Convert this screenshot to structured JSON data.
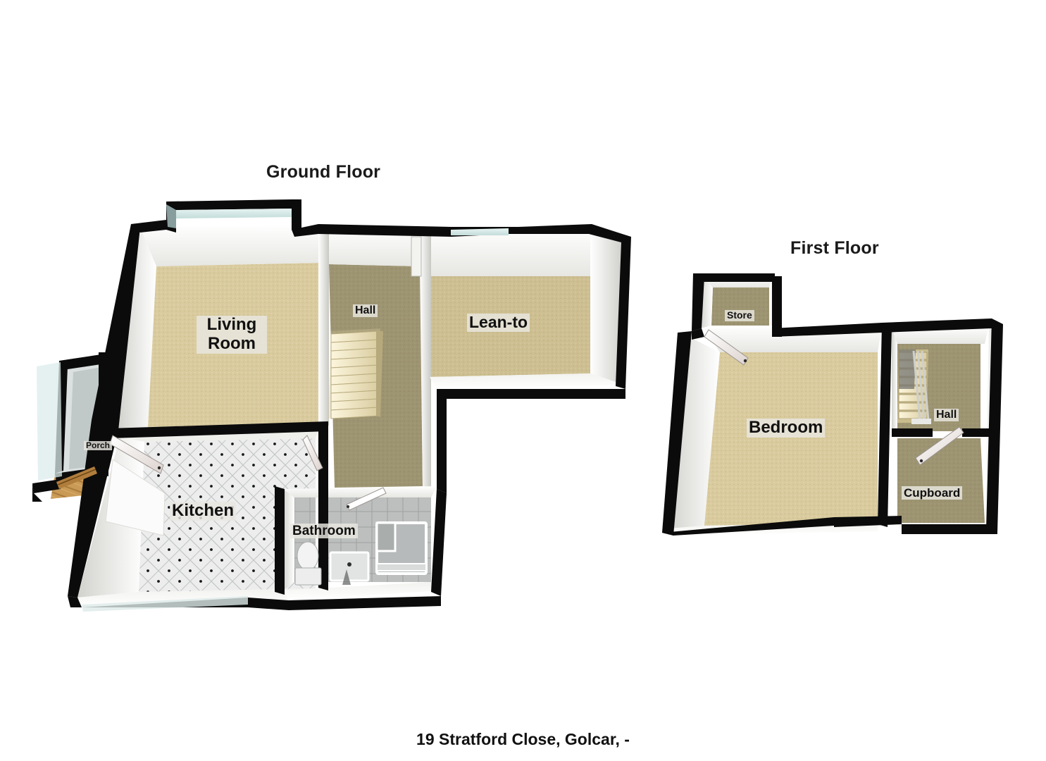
{
  "page": {
    "caption": "19 Stratford Close, Golcar, -",
    "background": "#ffffff"
  },
  "palette": {
    "wall_outline": "#0b0b0b",
    "wall_face": "#ffffff",
    "wall_shade_light": "#f4f4f2",
    "wall_shade_mid": "#dcdcd8",
    "wall_shade_dark": "#bdbdb8",
    "carpet": "#d9cb9e",
    "hall_floor": "#9d9472",
    "kitchen_tile": "#eceeed",
    "bathroom_tile": "#b9bcbb",
    "glass": "#d6eceb",
    "wood_floor": "#c99a55",
    "label_plate": "#e9e7e1",
    "text": "#111111"
  },
  "floors": [
    {
      "id": "ground",
      "title": "Ground Floor",
      "rooms": [
        {
          "id": "living-room",
          "label": "Living Room",
          "floor": "carpet",
          "font_size": 24
        },
        {
          "id": "hall",
          "label": "Hall",
          "floor": "hall_floor",
          "font_size": 16
        },
        {
          "id": "lean-to",
          "label": "Lean-to",
          "floor": "carpet",
          "font_size": 23
        },
        {
          "id": "kitchen",
          "label": "Kitchen",
          "floor": "kitchen_tile",
          "font_size": 24
        },
        {
          "id": "bathroom",
          "label": "Bathroom",
          "floor": "bathroom_tile",
          "font_size": 19
        },
        {
          "id": "porch",
          "label": "Porch",
          "floor": "wood_floor",
          "font_size": 12
        }
      ],
      "fixtures": [
        "staircase",
        "toilet",
        "wash-basin",
        "bath",
        "front-door",
        "kitchen-door",
        "hall-door",
        "window-living-room",
        "window-lean-to"
      ]
    },
    {
      "id": "first",
      "title": "First Floor",
      "rooms": [
        {
          "id": "bedroom",
          "label": "Bedroom",
          "floor": "carpet",
          "font_size": 24
        },
        {
          "id": "store",
          "label": "Store",
          "floor": "hall_floor",
          "font_size": 14
        },
        {
          "id": "hall",
          "label": "Hall",
          "floor": "hall_floor",
          "font_size": 16
        },
        {
          "id": "cupboard",
          "label": "Cupboard",
          "floor": "hall_floor",
          "font_size": 17
        }
      ],
      "fixtures": [
        "staircase-down",
        "banister",
        "store-door",
        "cupboard-door"
      ]
    }
  ]
}
